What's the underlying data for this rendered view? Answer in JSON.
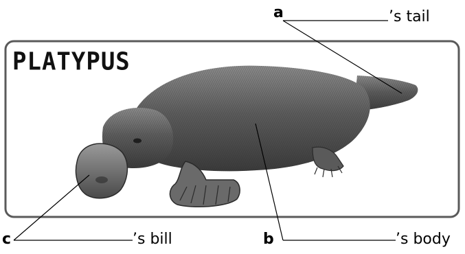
{
  "title": "PLATYPUS",
  "labels": [
    {
      "letter": "a",
      "suffix": "’s tail"
    },
    {
      "letter": "b",
      "suffix": "’s body"
    },
    {
      "letter": "c",
      "suffix": "’s bill"
    }
  ],
  "colors": {
    "frame": "#5a5a5a",
    "animal_dark": "#2f2f2f",
    "animal_mid": "#6e6e6e",
    "animal_light": "#bdbdbd"
  }
}
